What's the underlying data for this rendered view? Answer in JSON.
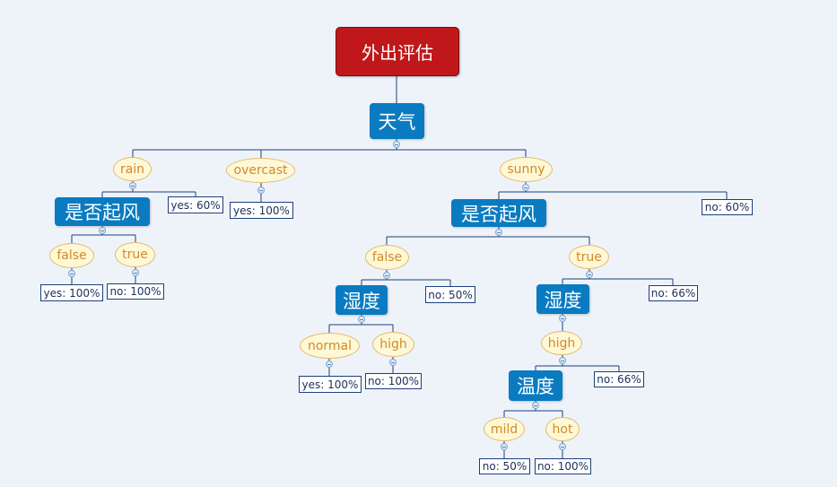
{
  "root": "外出评估",
  "attr": {
    "weather": "天气",
    "windy_left": "是否起风",
    "windy_right": "是否起风",
    "humidity_a": "湿度",
    "humidity_b": "湿度",
    "temperature": "温度"
  },
  "val": {
    "rain": "rain",
    "overcast": "overcast",
    "sunny": "sunny",
    "false_left": "false",
    "true_left": "true",
    "false_right": "false",
    "true_right": "true",
    "normal": "normal",
    "high_a": "high",
    "high_b": "high",
    "mild": "mild",
    "hot": "hot"
  },
  "leaf": {
    "rain_yes60": "yes: 60%",
    "overcast_yes100": "yes: 100%",
    "sunny_no60": "no: 60%",
    "rain_false_yes100": "yes: 100%",
    "rain_true_no100": "no: 100%",
    "false_no50": "no: 50%",
    "normal_yes100": "yes: 100%",
    "high_no100": "no: 100%",
    "true_no66": "no: 66%",
    "high_no66": "no: 66%",
    "mild_no50": "no: 50%",
    "hot_no100": "no: 100%"
  },
  "colors": {
    "root_fill": "#c0181a",
    "attr_fill": "#0a7bc0",
    "value_fill": "#fff8d6",
    "value_border": "#e3b96a",
    "value_text": "#d08a2a",
    "leaf_border": "#1c3f7a",
    "connector": "#1c3f7a",
    "background": "#eef3fa"
  }
}
